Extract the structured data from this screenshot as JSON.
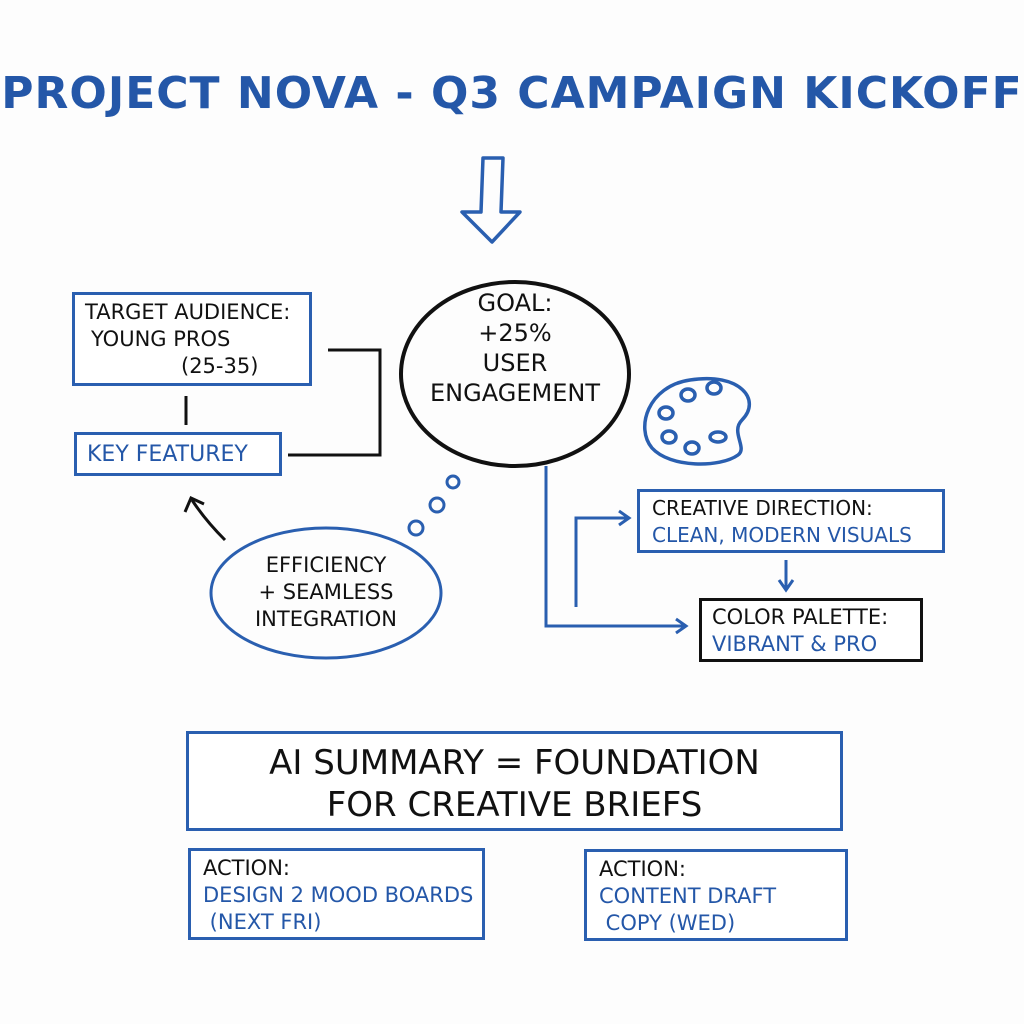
{
  "title": "PROJECT NOVA - Q3 CAMPAIGN KICKOFF",
  "colors": {
    "accent_blue": "#2457a8",
    "ink": "#111111",
    "background": "#fdfdfd"
  },
  "goal": {
    "lines": [
      "GOAL:",
      "+25%",
      "USER",
      "ENGAGEMENT"
    ]
  },
  "target_audience": {
    "label": "TARGET AUDIENCE:",
    "value": "YOUNG PROS",
    "range": "(25-35)"
  },
  "key_feature": {
    "label": "KEY FEATUREY"
  },
  "thought_bubble": {
    "lines": [
      "EFFICIENCY",
      "+ SEAMLESS",
      "INTEGRATION"
    ]
  },
  "icons": {
    "palette": "palette-icon",
    "down_arrow": "down-arrow-icon"
  },
  "creative_direction": {
    "label": "CREATIVE DIRECTION:",
    "value": "CLEAN, MODERN VISUALS"
  },
  "color_palette": {
    "label": "COLOR PALETTE:",
    "value": "VIBRANT & PRO"
  },
  "summary": {
    "line1": "AI SUMMARY = FOUNDATION",
    "line2": "FOR CREATIVE BRIEFS"
  },
  "actions": [
    {
      "label": "ACTION:",
      "line1": "DESIGN 2 MOOD BOARDS",
      "line2": " (NEXT FRI)"
    },
    {
      "label": "ACTION:",
      "line1": "CONTENT DRAFT",
      "line2": " COPY (WED)"
    }
  ]
}
